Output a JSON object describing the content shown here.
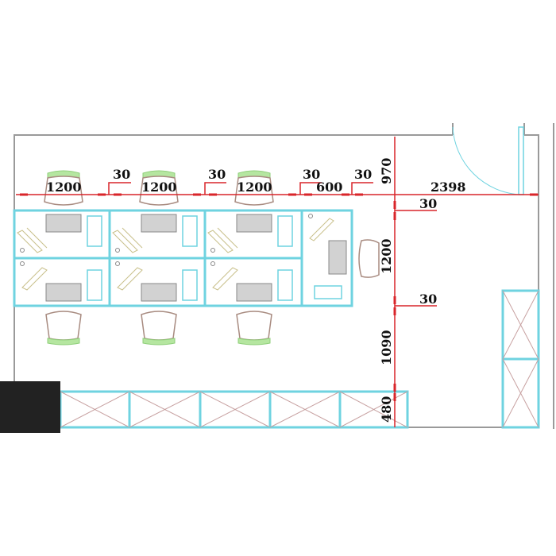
{
  "colors": {
    "dimension": "#d9252a",
    "furniture": "#6fd3e0",
    "wall": "#9a9a9a",
    "chair_back": "#b5e6a0"
  },
  "dimensions": {
    "desk_widths": [
      "1200",
      "1200",
      "1200"
    ],
    "gaps": [
      "30",
      "30",
      "30",
      "30"
    ],
    "side_desk_width": "600",
    "right_clearance": "2398",
    "top_clearance": "970",
    "gap_upper": "30",
    "desk_depth": "1200",
    "gap_lower": "30",
    "aisle": "1090",
    "cabinet_depth": "480"
  }
}
